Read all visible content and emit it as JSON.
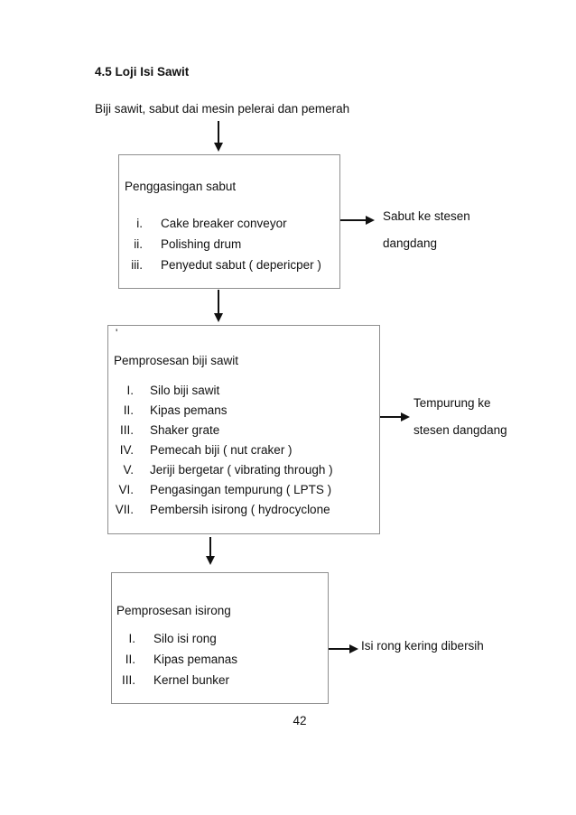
{
  "document": {
    "section_title": "4.5 Loji Isi Sawit",
    "intro_text": "Biji sawit, sabut dai mesin pelerai dan pemerah",
    "page_number": "42"
  },
  "colors": {
    "text": "#111111",
    "box_border": "#8f8f8f",
    "arrow": "#111111",
    "background": "#ffffff"
  },
  "flowchart": {
    "boxes": [
      {
        "title": "Penggasingan sabut",
        "items": [
          {
            "num": "i.",
            "label": "Cake breaker conveyor"
          },
          {
            "num": "ii.",
            "label": "Polishing drum"
          },
          {
            "num": "iii.",
            "label": "Penyedut sabut ( depericper )"
          }
        ],
        "output_line1": "Sabut ke stesen",
        "output_line2": "dangdang"
      },
      {
        "stray_mark": "'",
        "title": "Pemprosesan biji sawit",
        "items": [
          {
            "num": "I.",
            "label": "Silo biji sawit"
          },
          {
            "num": "II.",
            "label": "Kipas pemans"
          },
          {
            "num": "III.",
            "label": "Shaker grate"
          },
          {
            "num": "IV.",
            "label": "Pemecah biji ( nut craker )"
          },
          {
            "num": "V.",
            "label": "Jeriji bergetar ( vibrating through )"
          },
          {
            "num": "VI.",
            "label": "Pengasingan tempurung ( LPTS )"
          },
          {
            "num": "VII.",
            "label": "Pembersih isirong ( hydrocyclone"
          }
        ],
        "output_line1": "Tempurung ke",
        "output_line2": "stesen dangdang"
      },
      {
        "title": "Pemprosesan isirong",
        "items": [
          {
            "num": "I.",
            "label": "Silo isi rong"
          },
          {
            "num": "II.",
            "label": "Kipas pemanas"
          },
          {
            "num": "III.",
            "label": "Kernel bunker"
          }
        ],
        "output_line1": "Isi rong kering dibersih",
        "output_line2": ""
      }
    ]
  }
}
